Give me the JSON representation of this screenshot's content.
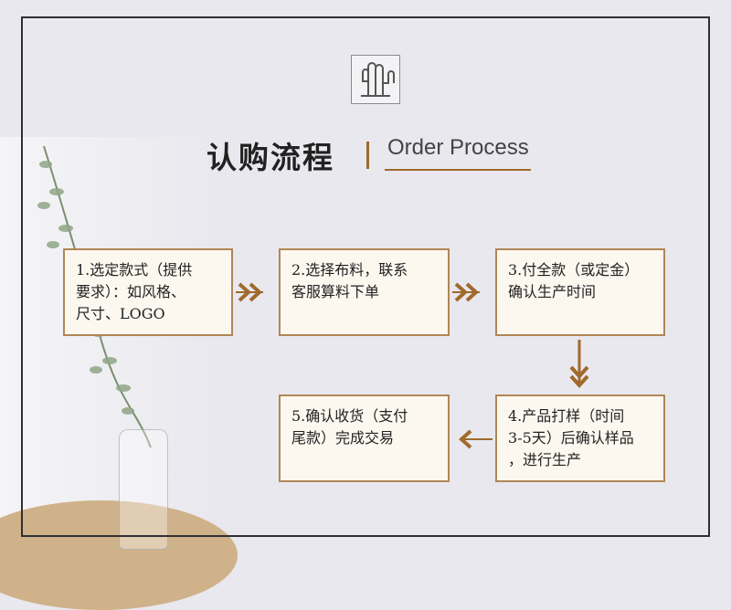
{
  "title": {
    "cn": "认购流程",
    "en": "Order Process"
  },
  "steps": [
    {
      "lines": [
        "1.选定款式（提供",
        "要求）：如风格、",
        "尺寸、LOGO"
      ]
    },
    {
      "lines": [
        "2.选择布料，联系",
        "客服算料下单"
      ]
    },
    {
      "lines": [
        "3.付全款（或定金）",
        "确认生产时间"
      ]
    },
    {
      "lines": [
        "4.产品打样（时间",
        "3-5天）后确认样品",
        "，进行生产"
      ]
    },
    {
      "lines": [
        "5.确认收货（支付",
        "尾款）完成交易"
      ]
    }
  ],
  "colors": {
    "accent": "#a06a2c",
    "box_border": "#b08656",
    "box_fill": "#fcf8f0",
    "frame": "#2f2f33"
  },
  "icons": [
    "cactus-icon",
    "chevron-right-arrow-icon",
    "chevron-down-arrow-icon",
    "chevron-left-arrow-icon"
  ]
}
